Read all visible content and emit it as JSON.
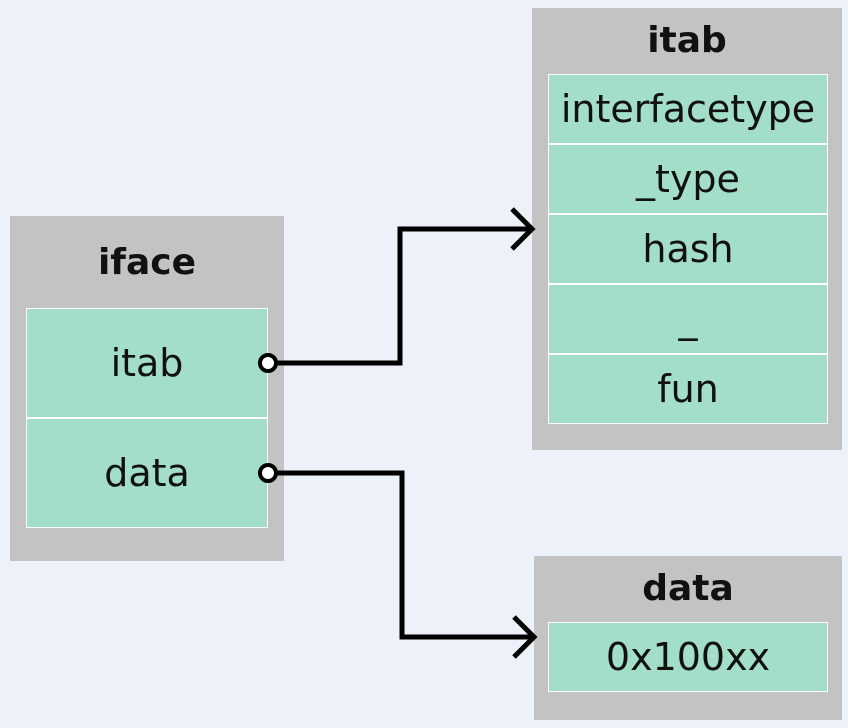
{
  "iface": {
    "title": "iface",
    "fields": [
      "itab",
      "data"
    ]
  },
  "itab": {
    "title": "itab",
    "fields": [
      "interfacetype",
      "_type",
      "hash",
      "_",
      "fun"
    ]
  },
  "data": {
    "title": "data",
    "fields": [
      "0x100xx"
    ]
  },
  "colors": {
    "background": "#edf1f9",
    "box": "#c3c3c3",
    "field": "#a3dec9",
    "arrow": "#000000"
  }
}
